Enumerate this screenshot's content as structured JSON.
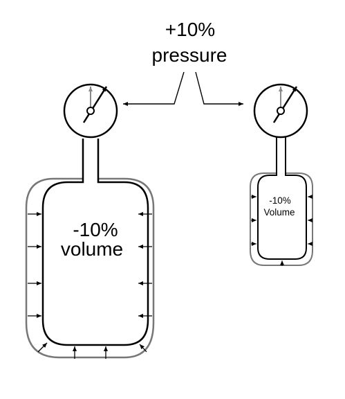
{
  "pressure_label": {
    "value": "+10%",
    "word": "pressure"
  },
  "large_container": {
    "line1": "-10%",
    "line2": "volume"
  },
  "small_container": {
    "line1": "-10%",
    "line2": "Volume"
  },
  "colors": {
    "ink": "#000000",
    "outline_before": "#777777",
    "needle_original": "#888888"
  }
}
